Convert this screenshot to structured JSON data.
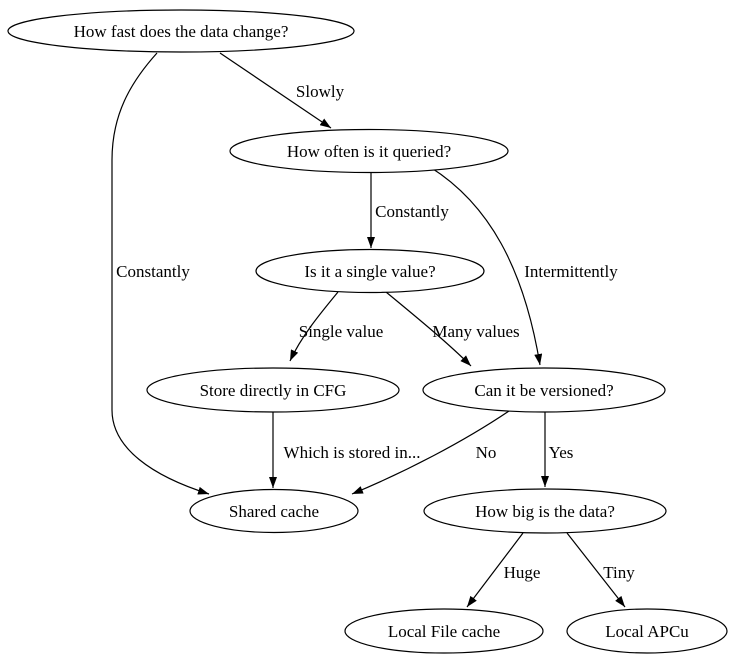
{
  "diagram": {
    "type": "decision-flowchart",
    "colors": {
      "background": "#ffffff",
      "line": "#000000",
      "text": "#000000",
      "node_fill": "#ffffff"
    },
    "nodes": {
      "how_fast": {
        "label": "How fast does the data change?"
      },
      "how_often": {
        "label": "How often is it queried?"
      },
      "single_value": {
        "label": "Is it a single value?"
      },
      "store_cfg": {
        "label": "Store directly in CFG"
      },
      "versioned": {
        "label": "Can it be versioned?"
      },
      "shared_cache": {
        "label": "Shared cache"
      },
      "how_big": {
        "label": "How big is the data?"
      },
      "local_file": {
        "label": "Local File cache"
      },
      "local_apcu": {
        "label": "Local APCu"
      }
    },
    "edges": {
      "slowly": {
        "label": "Slowly",
        "from": "how_fast",
        "to": "how_often"
      },
      "constantly_left": {
        "label": "Constantly",
        "from": "how_fast",
        "to": "shared_cache"
      },
      "constantly_mid": {
        "label": "Constantly",
        "from": "how_often",
        "to": "single_value"
      },
      "intermittently": {
        "label": "Intermittently",
        "from": "how_often",
        "to": "versioned"
      },
      "single_value_edge": {
        "label": "Single value",
        "from": "single_value",
        "to": "store_cfg"
      },
      "many_values": {
        "label": "Many values",
        "from": "single_value",
        "to": "versioned"
      },
      "which_stored": {
        "label": "Which is stored in...",
        "from": "store_cfg",
        "to": "shared_cache"
      },
      "no": {
        "label": "No",
        "from": "versioned",
        "to": "shared_cache"
      },
      "yes": {
        "label": "Yes",
        "from": "versioned",
        "to": "how_big"
      },
      "huge": {
        "label": "Huge",
        "from": "how_big",
        "to": "local_file"
      },
      "tiny": {
        "label": "Tiny",
        "from": "how_big",
        "to": "local_apcu"
      }
    }
  }
}
